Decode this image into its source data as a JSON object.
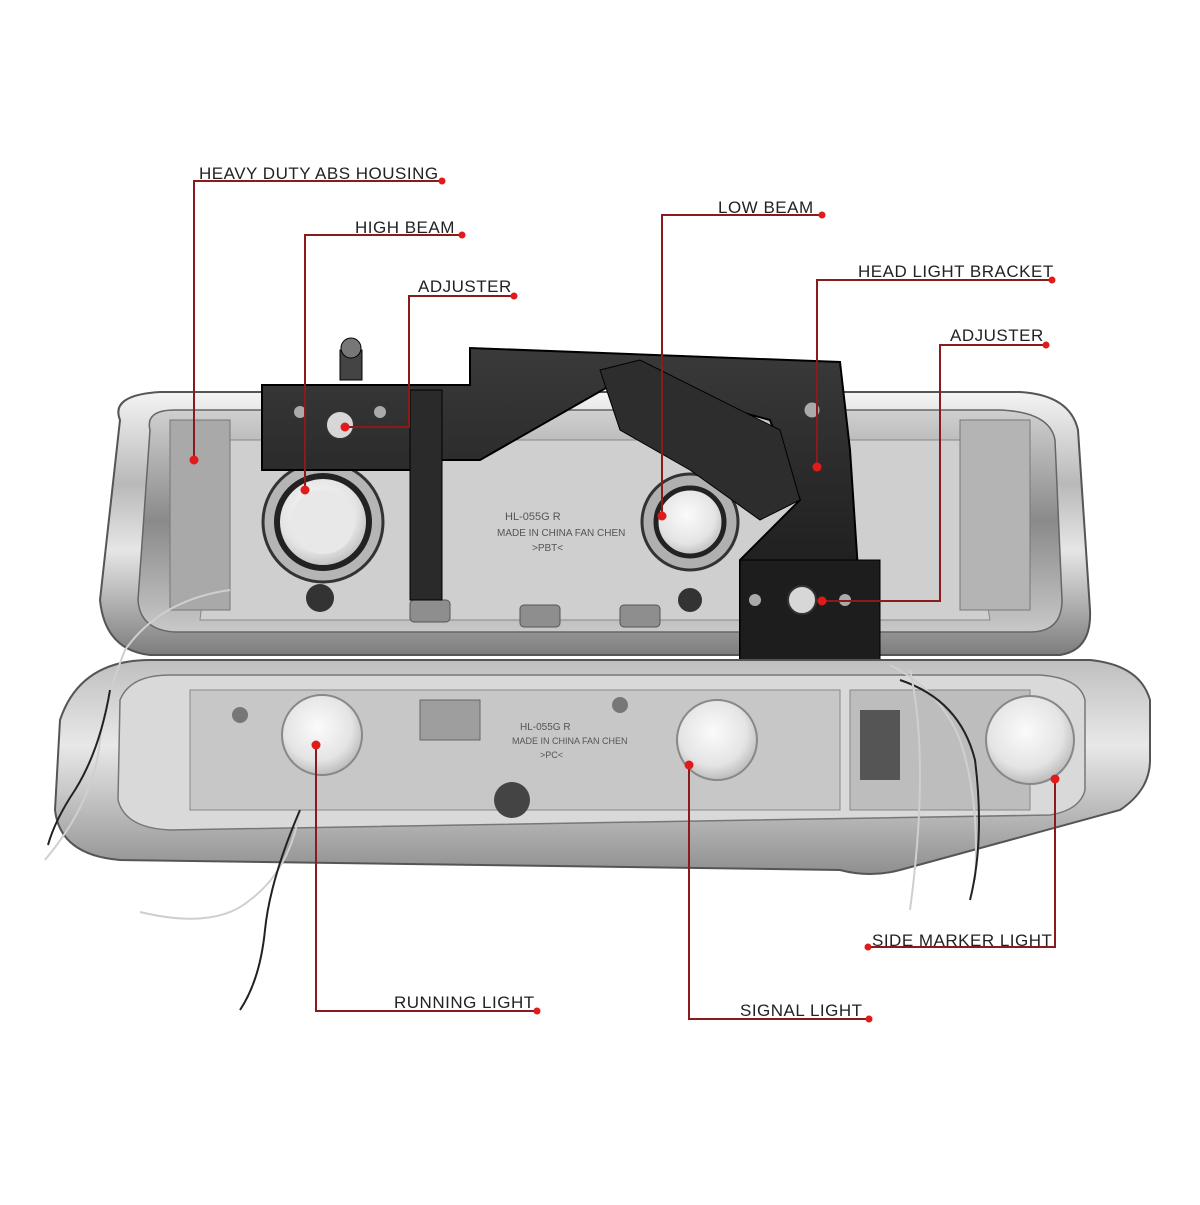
{
  "colors": {
    "leader": "#8b1a1a",
    "dot": "#e01b1b",
    "text": "#222222"
  },
  "callouts": [
    {
      "id": "heavy-duty-abs-housing",
      "text": "HEAVY DUTY ABS HOUSING"
    },
    {
      "id": "high-beam",
      "text": "HIGH BEAM"
    },
    {
      "id": "adjuster-left",
      "text": "ADJUSTER"
    },
    {
      "id": "low-beam",
      "text": "LOW BEAM"
    },
    {
      "id": "head-light-bracket",
      "text": "HEAD LIGHT BRACKET"
    },
    {
      "id": "adjuster-right",
      "text": "ADJUSTER"
    },
    {
      "id": "side-marker-light",
      "text": "SIDE MARKER LIGHT"
    },
    {
      "id": "running-light",
      "text": "RUNNING LIGHT"
    },
    {
      "id": "signal-light",
      "text": "SIGNAL LIGHT"
    }
  ],
  "embossed": {
    "upper_part_no": "HL-055G  R",
    "upper_made_in": "MADE IN CHINA  FAN CHEN",
    "upper_material": ">PBT<",
    "lower_part_no": "HL-055G  R",
    "lower_made_in": "MADE IN CHINA  FAN CHEN",
    "lower_material": ">PC<"
  }
}
